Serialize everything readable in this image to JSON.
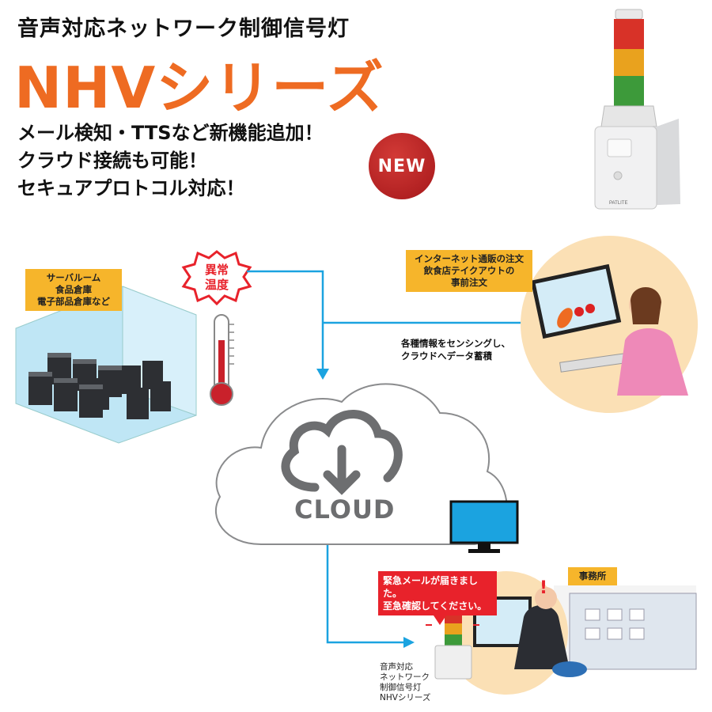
{
  "header": {
    "subtitle": "音声対応ネットワーク制御信号灯",
    "series": "NHVシリーズ",
    "features": [
      "メール検知・TTSなど新機能追加！",
      "クラウド接続も可能！",
      "セキュアプロトコル対応！"
    ],
    "new_badge": "NEW"
  },
  "product": {
    "brand": "PATLITE"
  },
  "tags": {
    "server": [
      "サーバルーム",
      "食品倉庫",
      "電子部品倉庫など"
    ],
    "net": [
      "インターネット通販の注文",
      "飲食店テイクアウトの",
      "事前注文"
    ],
    "office": "事務所"
  },
  "abnormal": [
    "異常",
    "温度"
  ],
  "sensing": [
    "各種情報をセンシングし、",
    "クラウドへデータ蓄積"
  ],
  "cloud": {
    "label": "CLOUD"
  },
  "alert": [
    "緊急メールが届きました。",
    "至急確認してください。"
  ],
  "nhv_label": "音声対応\nネットワーク\n制御信号灯\nNHVシリーズ",
  "colors": {
    "orange": "#ee6b22",
    "red": "#e8222b",
    "tag": "#f6b52b",
    "line": "#1ba3e0",
    "cloud_gray": "#6d6e70"
  }
}
